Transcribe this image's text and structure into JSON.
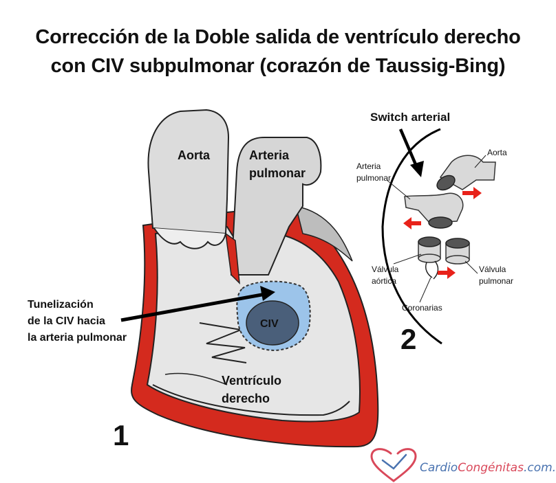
{
  "title": {
    "line1": "Corrección de la Doble salida de ventrículo derecho",
    "line2": "con CIV subpulmonar (corazón de Taussig-Bing)"
  },
  "panel1": {
    "number": "1",
    "aorta": "Aorta",
    "arteria_line1": "Arteria",
    "arteria_line2": "pulmonar",
    "civ": "CIV",
    "tunel_line1": "Tunelización",
    "tunel_line2": "de la CIV hacia",
    "tunel_line3": "la arteria pulmonar",
    "ventriculo_line1": "Ventrículo",
    "ventriculo_line2": "derecho"
  },
  "panel2": {
    "number": "2",
    "switch": "Switch arterial",
    "aorta": "Aorta",
    "arteria_line1": "Arteria",
    "arteria_line2": "pulmonar",
    "valvula_aortica_line1": "Válvula",
    "valvula_aortica_line2": "aórtica",
    "valvula_pulmonar_line1": "Válvula",
    "valvula_pulmonar_line2": "pulmonar",
    "coronarias": "Coronarias"
  },
  "watermark": {
    "brand_a": "Cardio",
    "brand_b": "Congénitas",
    "brand_c": ".com.ar"
  },
  "colors": {
    "muscle_red": "#d42a1e",
    "vessel_gray": "#d9d9d9",
    "patch_blue": "#9cc4ea",
    "civ_dark": "#4a5f7a",
    "arrow_red": "#e8221a",
    "logo_pink": "#d9485a",
    "logo_blue": "#4a73b0"
  }
}
